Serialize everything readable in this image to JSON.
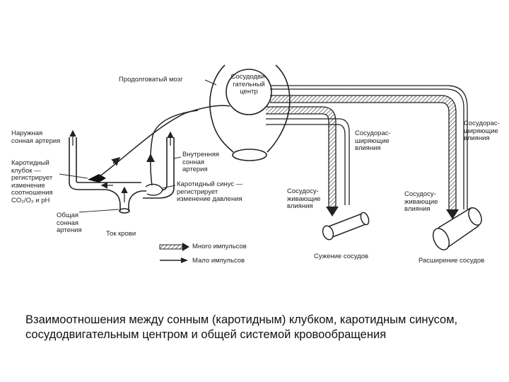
{
  "labels": {
    "medulla": "Продолговатый мозг",
    "vasomotor_center": "Сосудодви-\nгательный\nцентр",
    "external_carotid": "Наружная\nсонная артерия",
    "carotid_body": "Каротидный\nклубок —\nрегистрирует\nизменение\nсоотношения\nCO₂/O₂ и pH",
    "common_carotid": "Общая\nсонная\nартения",
    "blood_flow": "Ток крови",
    "internal_carotid": "Внутренняя\nсонная\nартерия",
    "carotid_sinus": "Каротидный синус —\nрегистрирует\nизменение давления",
    "vasodilator_mid": "Сосудорас-\nширяющие\nвлияния",
    "vasoconstrictor_left": "Сосудосу-\nживающие\nвлияния",
    "vasoconstrictor_right": "Сосудосу-\nживающие\nвлияния",
    "vasodilator_right": "Сосудорас-\nширяющие\nвлияния",
    "vasoconstriction": "Сужение сосудов",
    "vasodilation": "Расширение сосудов",
    "legend_many": "Много импульсов",
    "legend_few": "Мало импульсов"
  },
  "caption": "Взаимоотношения между сонным (каротидным) клубком, каротидным синусом, сосудодвигательным центром и общей системой кровообращения",
  "colors": {
    "ink": "#222222",
    "carotid_body_fill": "#111111",
    "background": "#ffffff"
  }
}
